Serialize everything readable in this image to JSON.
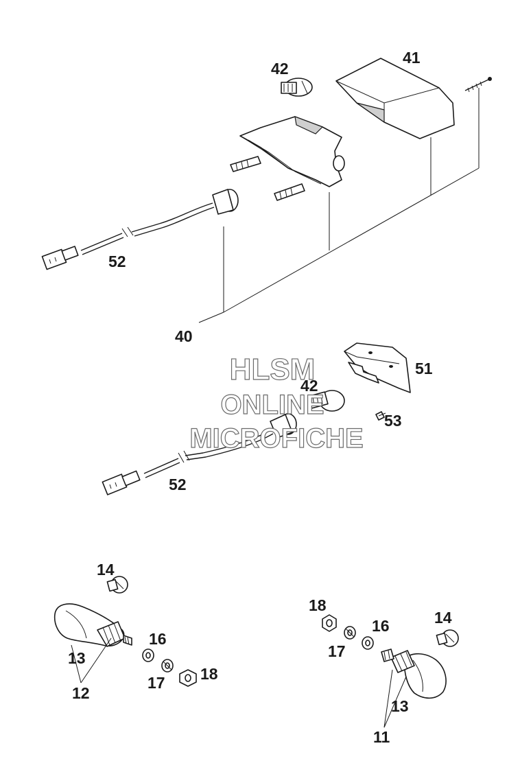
{
  "callouts": {
    "c40": "40",
    "c41": "41",
    "c42a": "42",
    "c52a": "52",
    "c51": "51",
    "c42b": "42",
    "c53": "53",
    "c52b": "52",
    "c14a": "14",
    "c16a": "16",
    "c13a": "13",
    "c17a": "17",
    "c12": "12",
    "c18a": "18",
    "c18b": "18",
    "c16b": "16",
    "c14b": "14",
    "c17b": "17",
    "c13b": "13",
    "c11": "11"
  },
  "watermark": {
    "line1": "HLSM",
    "line2": "ONLINE",
    "line3": "MICROFICHE"
  },
  "colors": {
    "ink": "#1a1a1a",
    "watermark_outline": "#6a6a6a",
    "background": "#ffffff"
  }
}
